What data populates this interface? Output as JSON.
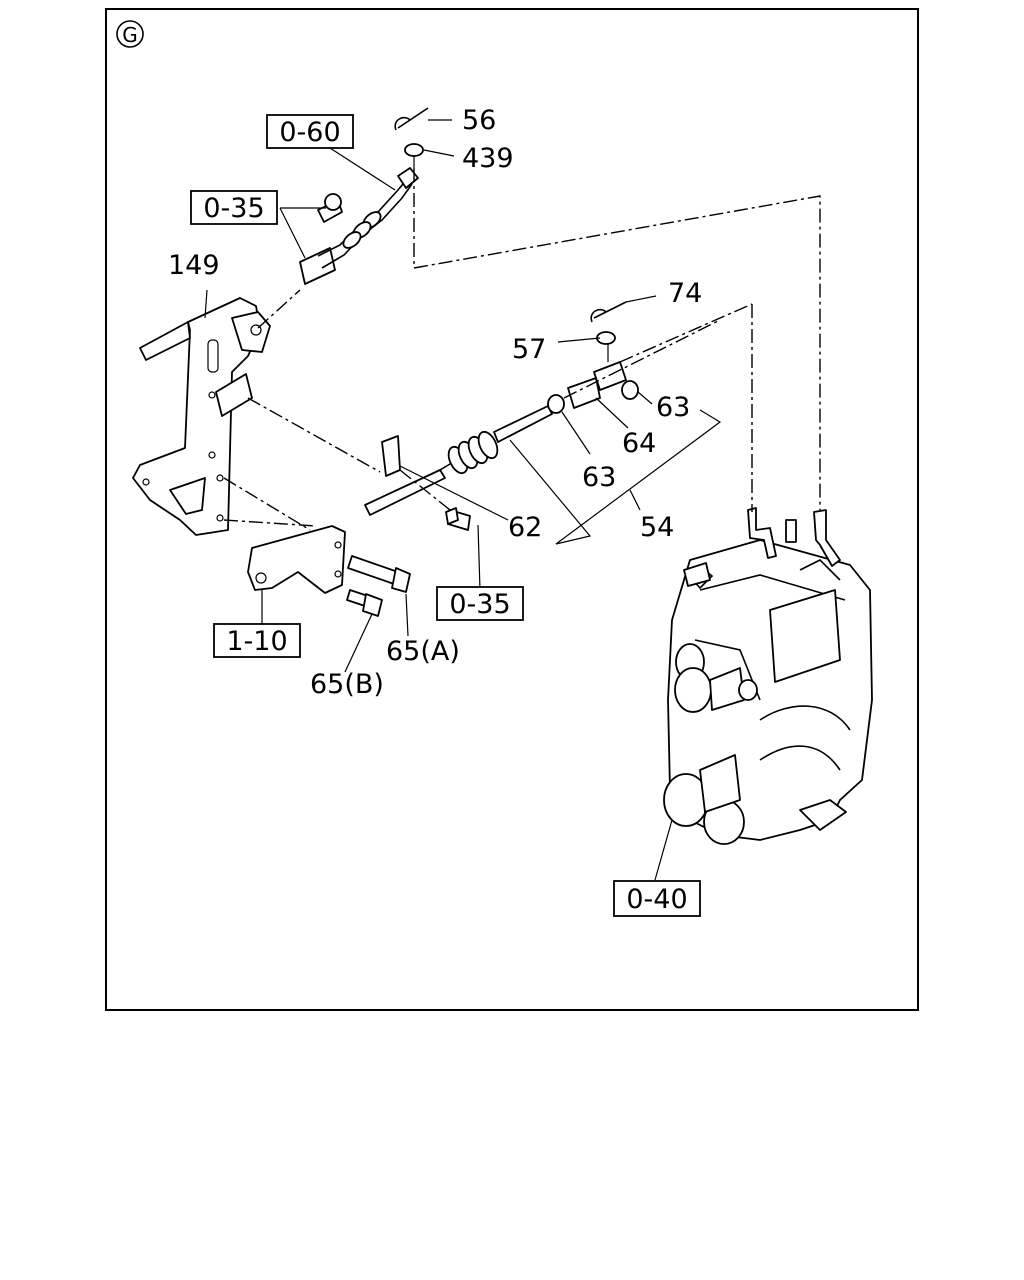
{
  "section_marker": "G",
  "callouts": {
    "c56": "56",
    "c439": "439",
    "c149": "149",
    "c74": "74",
    "c57": "57",
    "c63a": "63",
    "c64": "64",
    "c63b": "63",
    "c62": "62",
    "c54": "54",
    "c65a": "65(A)",
    "c65b": "65(B)"
  },
  "references": {
    "r060": "0-60",
    "r035a": "0-35",
    "r035b": "0-35",
    "r110": "1-10",
    "r040": "0-40"
  }
}
